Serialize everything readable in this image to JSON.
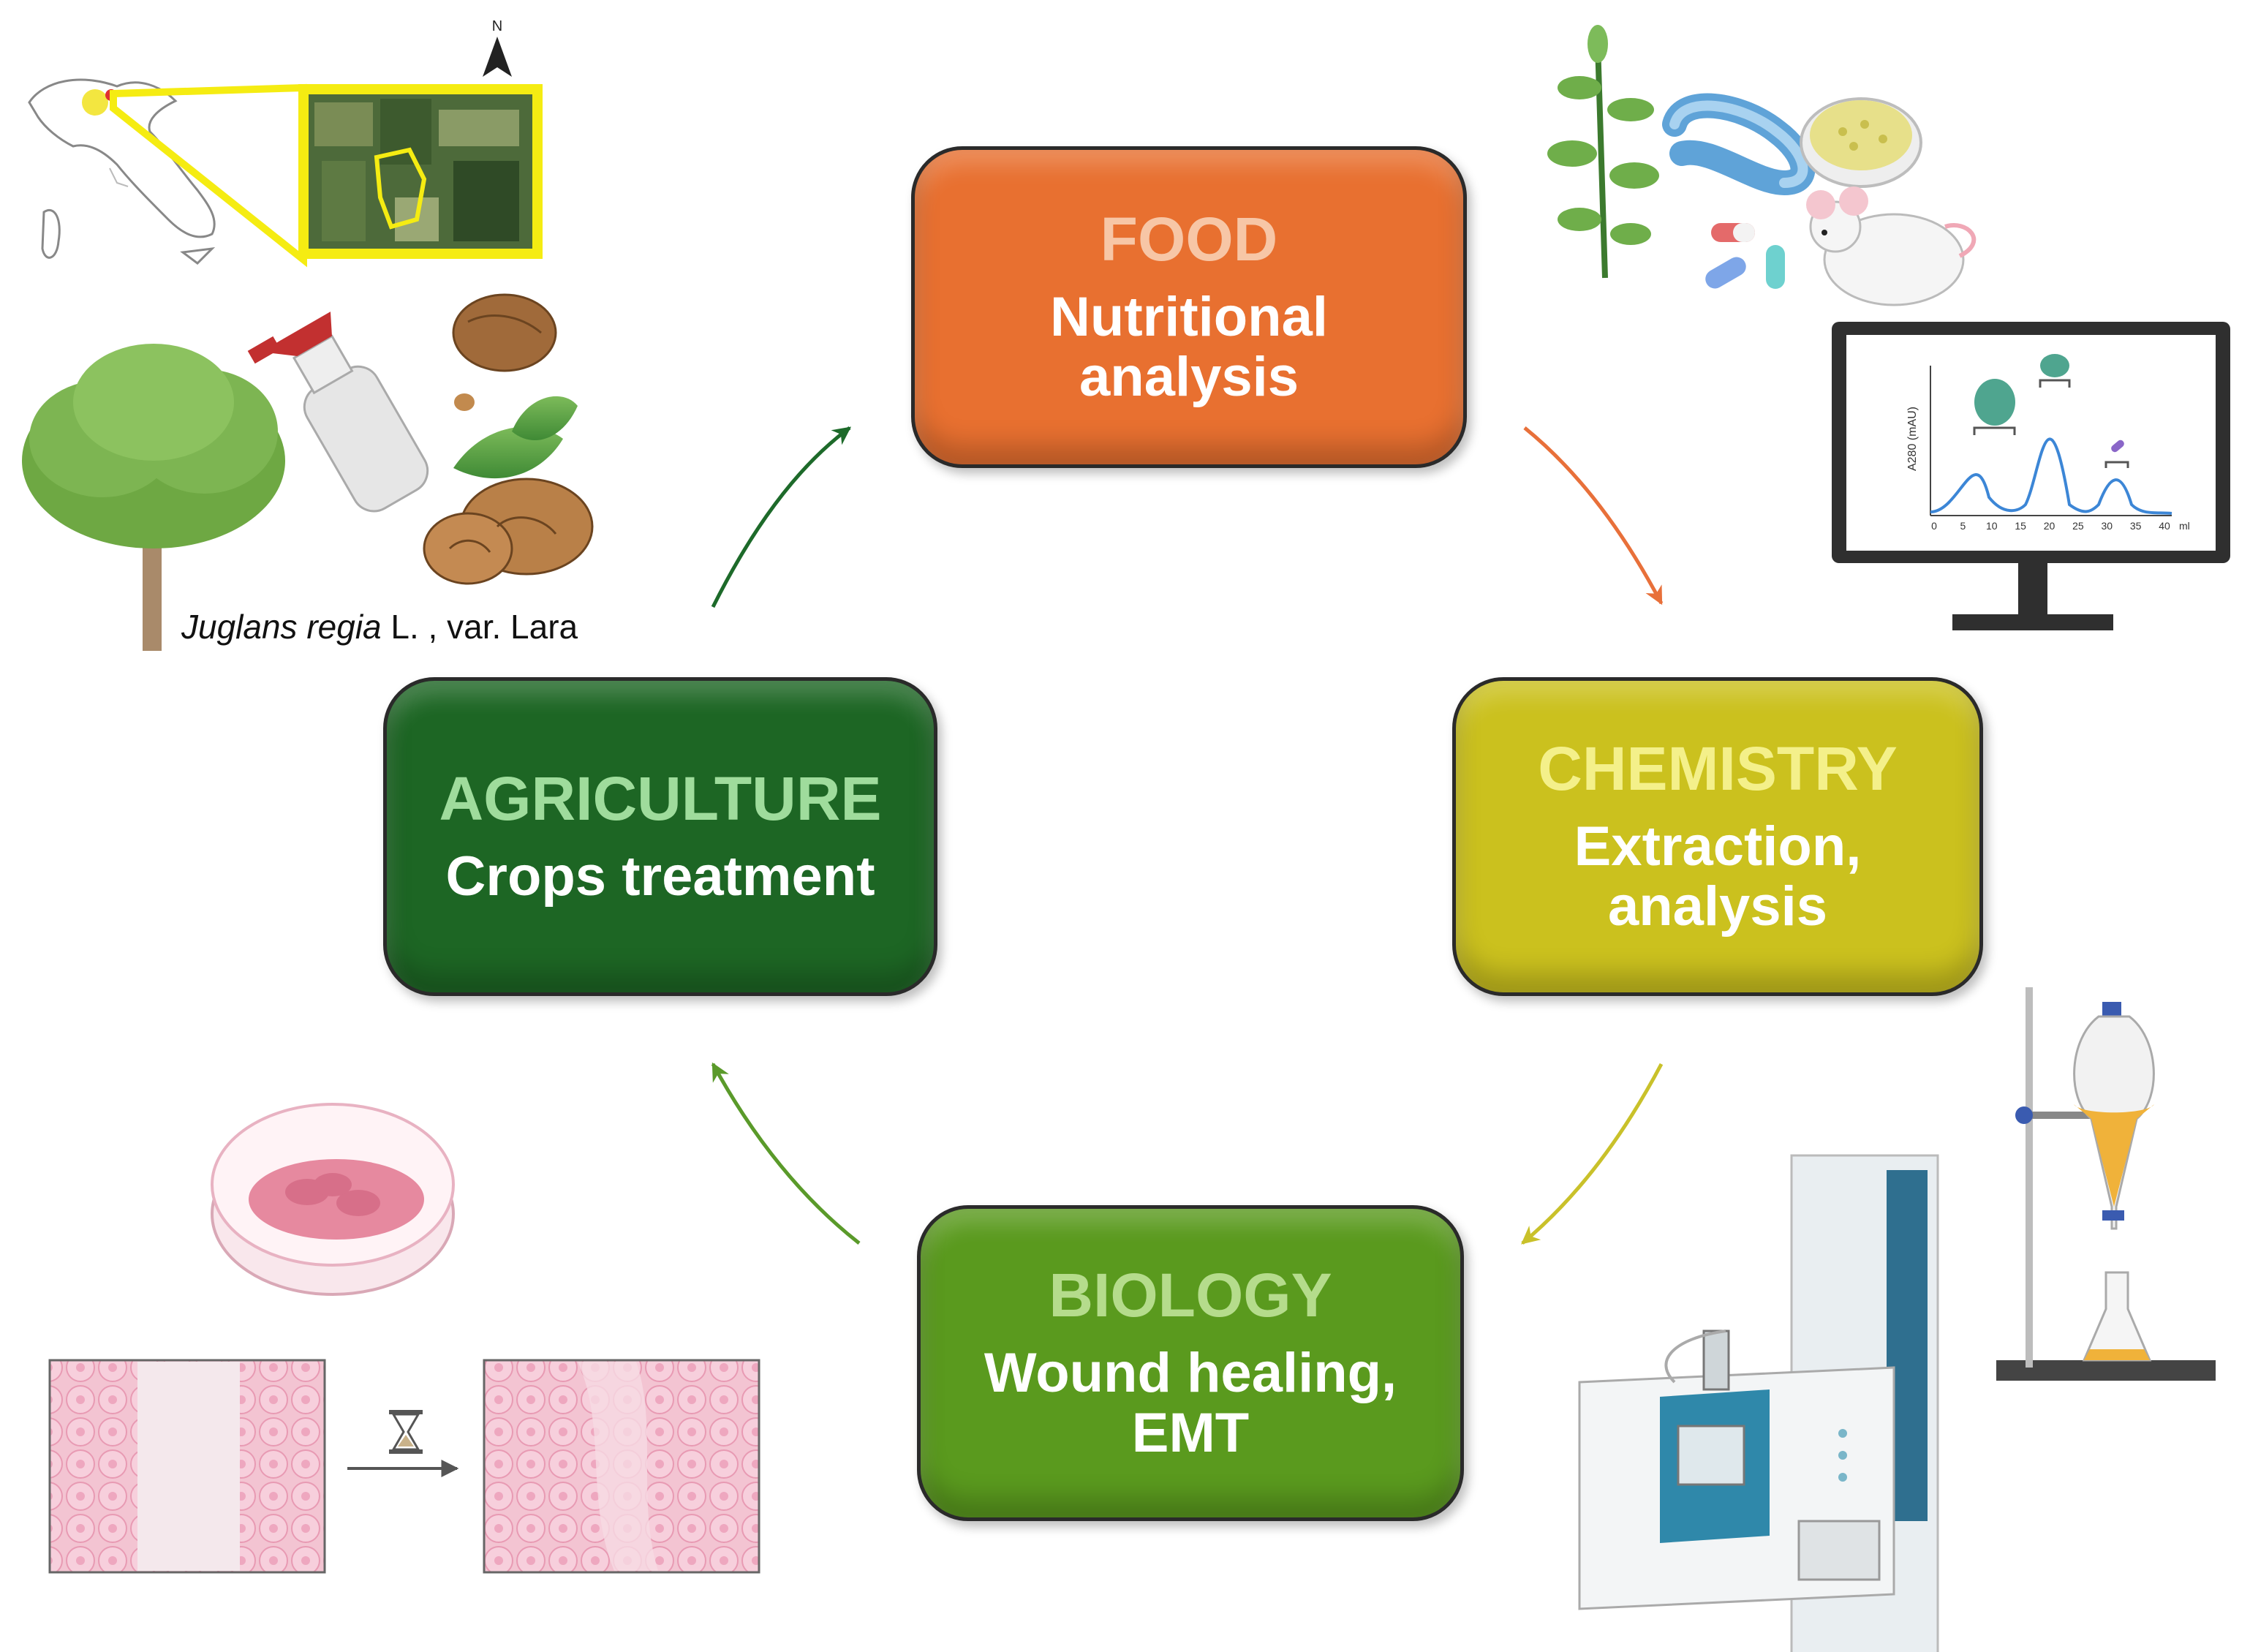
{
  "nodes": {
    "food": {
      "title": "FOOD",
      "subtitle": "Nutritional\nanalysis",
      "color": "#e87030"
    },
    "chemistry": {
      "title": "CHEMISTRY",
      "subtitle": "Extraction,\nanalysis",
      "color": "#cbc11e"
    },
    "biology": {
      "title": "BIOLOGY",
      "subtitle": "Wound healing,\nEMT",
      "color": "#5a9a1e"
    },
    "agriculture": {
      "title": "AGRICULTURE",
      "subtitle": "Crops treatment",
      "color": "#1d6624"
    }
  },
  "cycle": [
    "agriculture",
    "food",
    "chemistry",
    "biology"
  ],
  "species": {
    "genus_species": "Juglans regia",
    "rest": " L. , var. Lara"
  },
  "map": {
    "north_label": "N"
  },
  "chromatogram": {
    "ylabel": "A280 (mAU)",
    "x_unit": "ml",
    "x_ticks": [
      "0",
      "5",
      "10",
      "15",
      "20",
      "25",
      "30",
      "35",
      "40"
    ]
  },
  "icons": [
    "italy-map-icon",
    "satellite-field-icon",
    "tree-icon",
    "spray-bottle-icon",
    "walnut-icon",
    "plant-icon",
    "worm-icon",
    "petri-dish-icon",
    "pills-icon",
    "mouse-icon",
    "monitor-chromatogram-icon",
    "separatory-funnel-icon",
    "mass-spectrometer-icon",
    "cell-culture-dish-icon",
    "wound-scratch-assay-icon",
    "hourglass-icon"
  ]
}
